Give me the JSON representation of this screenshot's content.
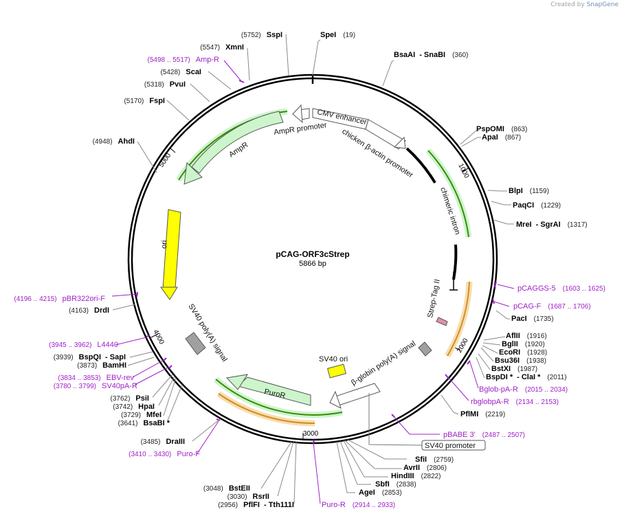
{
  "branding": {
    "created_by": "Created by",
    "app": "SnapGene"
  },
  "plasmid": {
    "name": "pCAG-ORF3cStrep",
    "length_label": "5866 bp",
    "length": 5866
  },
  "ticks": [
    "1000",
    "2000",
    "3000",
    "4000",
    "5000"
  ],
  "colors": {
    "primer": "#a020c8",
    "feature_green": "#ccf5cc",
    "feature_yellow": "#ffff00",
    "orange_bar": "#e8a040",
    "green_bar": "#3a8a00"
  },
  "features": [
    {
      "label": "CMV enhancer",
      "color": "#ffffff"
    },
    {
      "label": "chicken β-actin promoter",
      "color": "#ffffff"
    },
    {
      "label": "chimeric intron",
      "color": "#000000"
    },
    {
      "label": "Strep-Tag II",
      "color": "#e090b0"
    },
    {
      "label": "β-globin poly(A) signal",
      "color": "#a0a0a0"
    },
    {
      "label": "SV40 ori",
      "color": "#ffff00"
    },
    {
      "label": "SV40 promoter",
      "color": "#ffffff"
    },
    {
      "label": "PuroR",
      "color": "#ccf5cc"
    },
    {
      "label": "SV40 poly(A) signal",
      "color": "#a0a0a0"
    },
    {
      "label": "ori",
      "color": "#ffff00"
    },
    {
      "label": "AmpR",
      "color": "#ccf5cc"
    },
    {
      "label": "AmpR promoter",
      "color": "#ffffff"
    }
  ],
  "sites": [
    {
      "name": "SpeI",
      "pos": "(19)"
    },
    {
      "name": "BsaAI",
      "sep": "- SnaBI",
      "pos": "(360)"
    },
    {
      "name": "PspOMI",
      "pos": "(863)"
    },
    {
      "name": "ApaI",
      "pos": "(867)"
    },
    {
      "name": "BlpI",
      "pos": "(1159)"
    },
    {
      "name": "PaqCI",
      "pos": "(1229)"
    },
    {
      "name": "MreI",
      "sep": "- SgrAI",
      "pos": "(1317)"
    },
    {
      "name": "PacI",
      "pos": "(1735)"
    },
    {
      "name": "AflII",
      "pos": "(1916)"
    },
    {
      "name": "BglII",
      "pos": "(1920)"
    },
    {
      "name": "EcoRI",
      "pos": "(1928)"
    },
    {
      "name": "Bsu36I",
      "pos": "(1938)"
    },
    {
      "name": "BstXI",
      "pos": "(1987)"
    },
    {
      "name": "BspDI *",
      "sep": "- ClaI *",
      "pos": "(2011)"
    },
    {
      "name": "PflMI",
      "pos": "(2219)"
    },
    {
      "name": "SfiI",
      "pos": "(2759)"
    },
    {
      "name": "AvrII",
      "pos": "(2806)"
    },
    {
      "name": "HindIII",
      "pos": "(2822)"
    },
    {
      "name": "SbfI",
      "pos": "(2838)"
    },
    {
      "name": "AgeI",
      "pos": "(2853)"
    },
    {
      "name": "PflFI",
      "sep": "- Tth111I",
      "pos": "(2956)"
    },
    {
      "name": "RsrII",
      "pos": "(3030)"
    },
    {
      "name": "BstEII",
      "pos": "(3048)"
    },
    {
      "name": "DraIII",
      "pos": "(3485)"
    },
    {
      "name": "BsaBI *",
      "pos": "(3641)"
    },
    {
      "name": "MfeI",
      "pos": "(3729)"
    },
    {
      "name": "HpaI",
      "pos": "(3742)"
    },
    {
      "name": "PsiI",
      "pos": "(3762)"
    },
    {
      "name": "BamHI",
      "pos": "(3873)"
    },
    {
      "name": "BspQI",
      "sep": "- SapI",
      "pos": "(3939)"
    },
    {
      "name": "DrdI",
      "pos": "(4163)"
    },
    {
      "name": "AhdI",
      "pos": "(4948)"
    },
    {
      "name": "FspI",
      "pos": "(5170)"
    },
    {
      "name": "PvuI",
      "pos": "(5318)"
    },
    {
      "name": "ScaI",
      "pos": "(5428)"
    },
    {
      "name": "XmnI",
      "pos": "(5547)"
    },
    {
      "name": "SspI",
      "pos": "(5752)"
    }
  ],
  "primers": [
    {
      "name": "pCAGGS-5",
      "pos": "(1603 .. 1625)"
    },
    {
      "name": "pCAG-F",
      "pos": "(1687 .. 1706)"
    },
    {
      "name": "Bglob-pA-R",
      "pos": "(2015 .. 2034)"
    },
    {
      "name": "rbglobpA-R",
      "pos": "(2134 .. 2153)"
    },
    {
      "name": "pBABE 3'",
      "pos": "(2487 .. 2507)"
    },
    {
      "name": "Puro-R",
      "pos": "(2914 .. 2933)"
    },
    {
      "name": "Puro-F",
      "pos": "(3410 .. 3430)"
    },
    {
      "name": "SV40pA-R",
      "pos": "(3780 .. 3799)"
    },
    {
      "name": "EBV-rev",
      "pos": "(3834 .. 3853)"
    },
    {
      "name": "L4440",
      "pos": "(3945 .. 3962)"
    },
    {
      "name": "pBR322ori-F",
      "pos": "(4196 .. 4215)"
    },
    {
      "name": "Amp-R",
      "pos": "(5498 .. 5517)"
    }
  ]
}
